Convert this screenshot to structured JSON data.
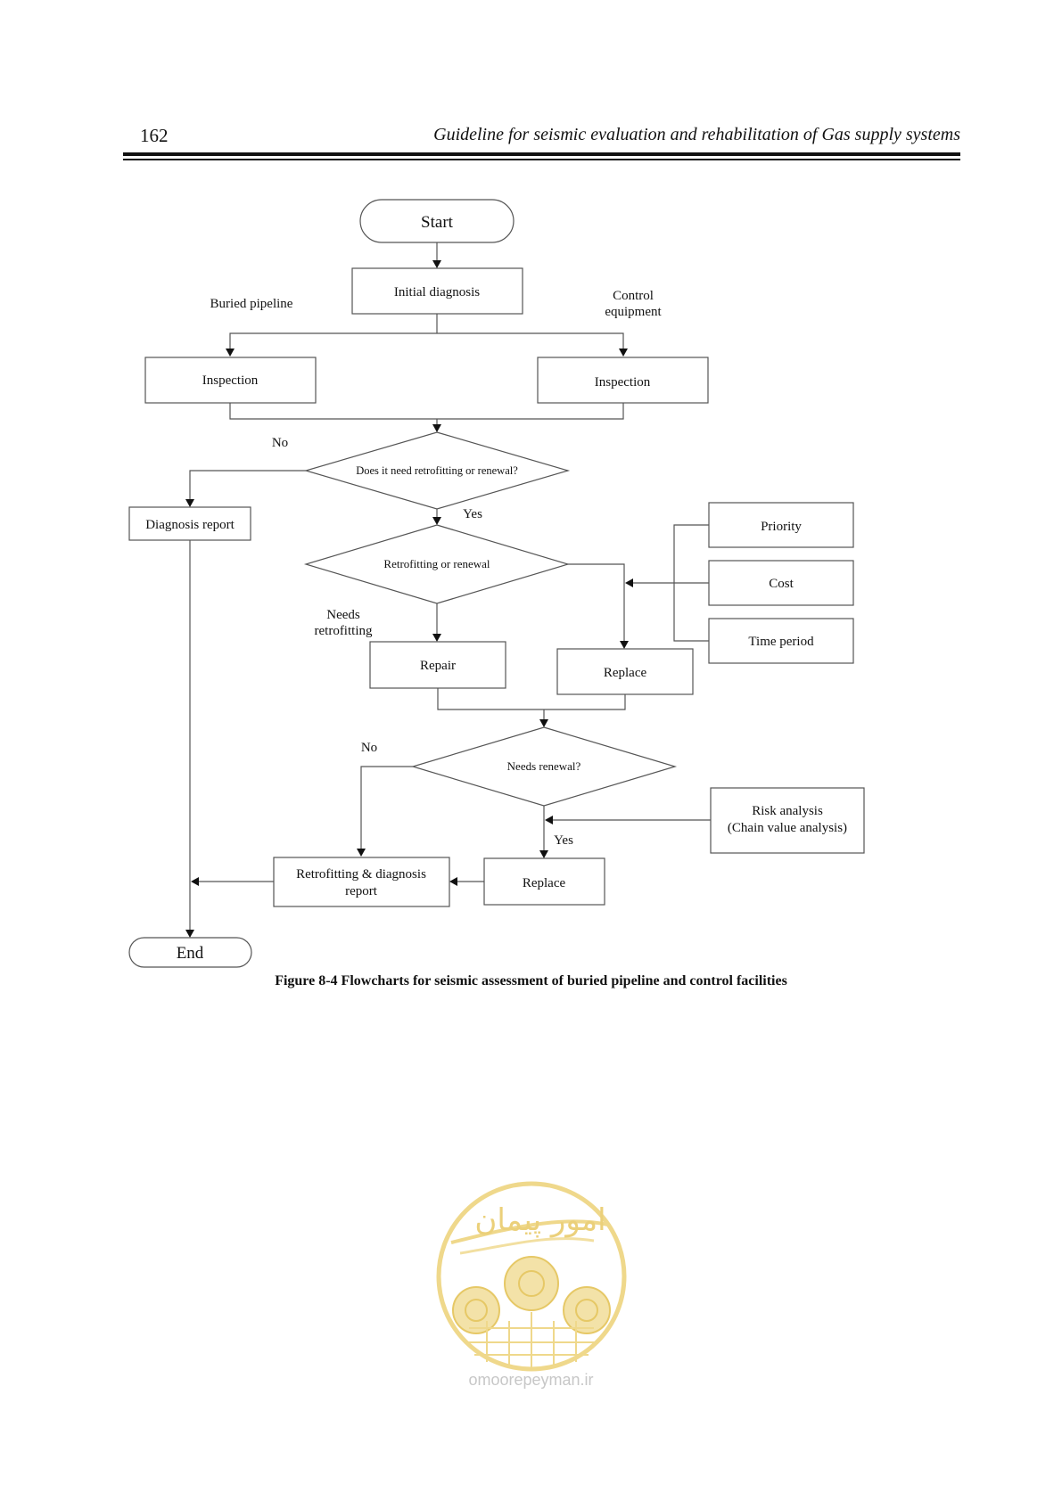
{
  "header": {
    "page_number": "162",
    "running_title": "Guideline for seismic evaluation and rehabilitation of Gas supply systems"
  },
  "flowchart": {
    "start": "Start",
    "initial_diagnosis": "Initial diagnosis",
    "branch_buried": "Buried pipeline",
    "branch_control_1": "Control",
    "branch_control_2": "equipment",
    "inspection_left": "Inspection",
    "inspection_right": "Inspection",
    "decision1": "Does it need retrofitting or renewal?",
    "decision1_no": "No",
    "decision1_yes": "Yes",
    "diagnosis_report": "Diagnosis report",
    "decision2": "Retrofitting or renewal",
    "needs_retrofitting_1": "Needs",
    "needs_retrofitting_2": "retrofitting",
    "repair": "Repair",
    "replace": "Replace",
    "priority": "Priority",
    "cost": "Cost",
    "time_period": "Time period",
    "decision3": "Needs renewal?",
    "decision3_no": "No",
    "decision3_yes": "Yes",
    "risk_analysis_1": "Risk analysis",
    "risk_analysis_2": "(Chain value analysis)",
    "replace2": "Replace",
    "retro_report_1": "Retrofitting & diagnosis",
    "retro_report_2": "report",
    "end": "End"
  },
  "caption": "Figure 8-4 Flowcharts for seismic assessment of buried pipeline and control facilities",
  "watermark": {
    "url": "omoorepeyman.ir",
    "logo_text": "امور پیمان",
    "color": "#e8c95a"
  }
}
